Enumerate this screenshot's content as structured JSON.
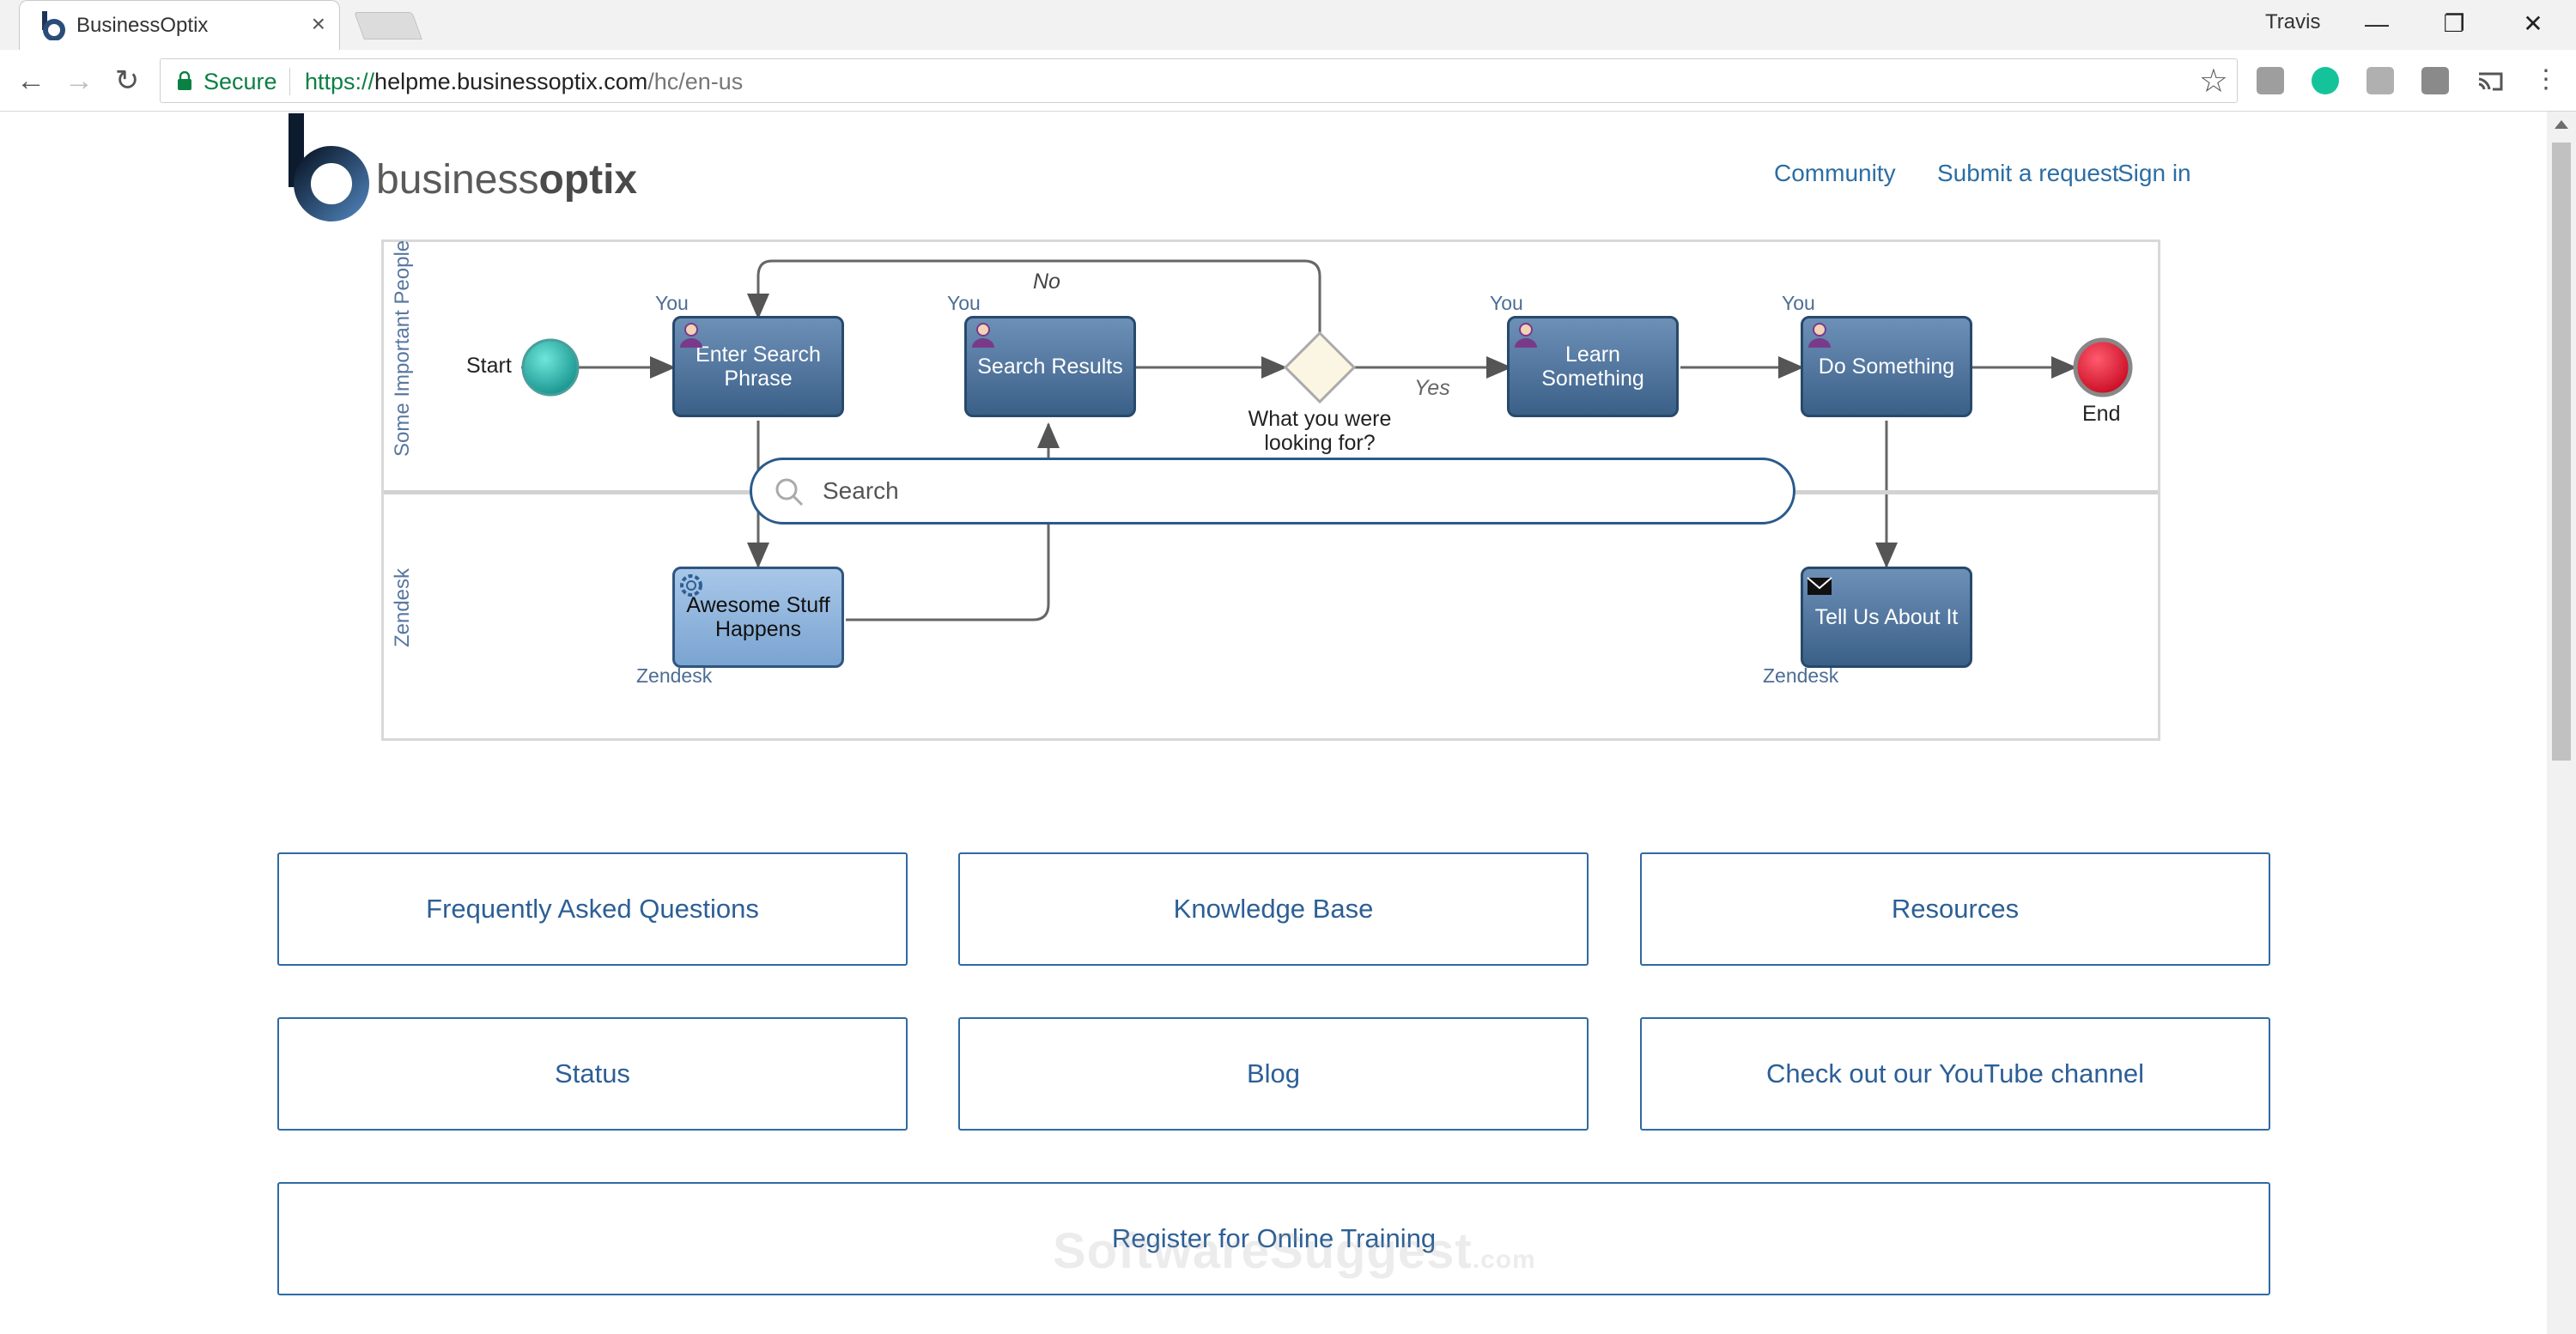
{
  "browser": {
    "tab_title": "BusinessOptix",
    "tab_close": "×",
    "profile_name": "Travis",
    "secure_label": "Secure",
    "url_proto": "https://",
    "url_host": "helpme.businessoptix.com",
    "url_path": "/hc/en-us",
    "window_controls": {
      "minimize": "—",
      "restore": "❐",
      "close": "✕"
    },
    "nav": {
      "back": "←",
      "forward": "→",
      "reload": "↻"
    },
    "bookmark_star": "☆",
    "extensions": [
      "google-icon",
      "grammarly-icon",
      "pdf-icon",
      "extension-icon",
      "cast-icon",
      "menu-icon"
    ]
  },
  "site": {
    "logo_text_light": "business",
    "logo_text_bold": "optix",
    "nav": {
      "community": "Community",
      "submit_request": "Submit a request",
      "sign_in": "Sign in"
    }
  },
  "diagram": {
    "lanes": {
      "top": "Some Important People",
      "bottom": "Zendesk"
    },
    "start_label": "Start",
    "end_label": "End",
    "tasks": {
      "enter_search": "Enter Search Phrase",
      "search_results": "Search Results",
      "learn": "Learn Something",
      "do_something": "Do Something",
      "awesome": "Awesome Stuff Happens",
      "tell_us": "Tell Us About It"
    },
    "roles": {
      "you": "You",
      "zendesk": "Zendesk"
    },
    "gateway_label": "What you were looking for?",
    "no_label": "No",
    "yes_label": "Yes"
  },
  "search": {
    "placeholder": "Search"
  },
  "tiles": {
    "faq": "Frequently Asked Questions",
    "knowledge_base": "Knowledge Base",
    "resources": "Resources",
    "status": "Status",
    "blog": "Blog",
    "youtube": "Check out our YouTube channel",
    "training": "Register for Online Training"
  },
  "watermark": {
    "main": "SoftwareSuggest",
    "suffix": ".com"
  },
  "colors": {
    "link": "#2c5f96",
    "task_dark": "#3b6088",
    "task_light": "#7aa4d1",
    "start_event": "#20b8b0",
    "end_event": "#e8213a"
  }
}
